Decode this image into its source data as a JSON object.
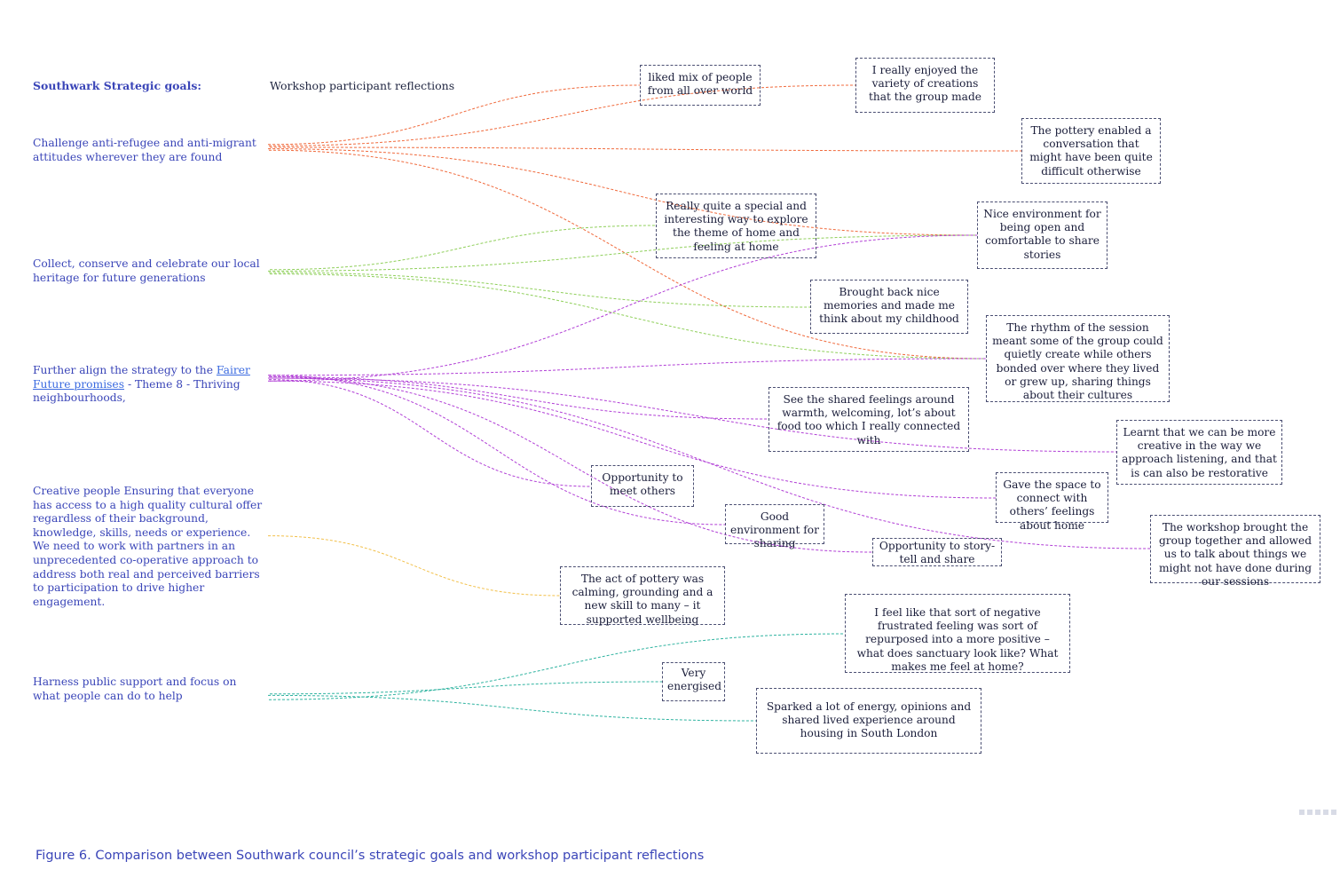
{
  "headers": {
    "goals": "Southwark Strategic goals:",
    "reflections": "Workshop participant reflections"
  },
  "goals": [
    {
      "text": "Challenge anti-refugee and anti-migrant attitudes wherever they are found"
    },
    {
      "text": "Collect, conserve and celebrate our local heritage for future generations"
    },
    {
      "pre": "Further align the strategy to the ",
      "link": "Fairer Future promises",
      "post": " - Theme 8 - Thriving neighbourhoods,"
    },
    {
      "text": "Creative people Ensuring that everyone has access to a high quality cultural offer regardless of their background, knowledge, skills, needs or experience. We need to work with partners in an unprecedented co-operative approach to address both real and perceived barriers to participation to drive higher engagement."
    },
    {
      "text": "Harness public support and focus on what people can do to help"
    }
  ],
  "reflections": [
    "liked mix of people from all over world",
    "I really enjoyed the variety of creations that the group made",
    "The pottery  enabled a conversation that might have been quite difficult otherwise",
    "Really quite a special and interesting way to explore the theme of home and feeling at home",
    "Nice environment for being open and comfortable to share stories",
    "Brought back nice memories and made me think about my childhood",
    "The rhythm of the session meant some of the group could quietly create while others bonded over where they lived or grew up, sharing things about their cultures",
    "See the shared feelings around warmth, welcoming, lot’s about food too which I really connected with",
    "Learnt that we can be more creative in the way we approach listening, and that is can also be restorative",
    "Opportunity to meet others",
    "Gave the space to connect with others’ feelings about home",
    "Good environment for sharing",
    "Opportunity to story-tell and share",
    "The workshop brought the group together and allowed us to talk about things we might not have done during our sessions",
    "The act of pottery was calming, grounding and a new skill to many – it supported wellbeing",
    "I feel like that sort of negative frustrated feeling was sort of repurposed into a more positive – what does sanctuary look like? What makes me feel at home?",
    "Very energised",
    "Sparked a lot of energy, opinions and shared lived experience around housing in South London"
  ],
  "connections": [
    {
      "goal": 0,
      "reflection": 0
    },
    {
      "goal": 0,
      "reflection": 1
    },
    {
      "goal": 0,
      "reflection": 2
    },
    {
      "goal": 0,
      "reflection": 4
    },
    {
      "goal": 0,
      "reflection": 6
    },
    {
      "goal": 1,
      "reflection": 3
    },
    {
      "goal": 1,
      "reflection": 4
    },
    {
      "goal": 1,
      "reflection": 5
    },
    {
      "goal": 1,
      "reflection": 6
    },
    {
      "goal": 2,
      "reflection": 4
    },
    {
      "goal": 2,
      "reflection": 6
    },
    {
      "goal": 2,
      "reflection": 7
    },
    {
      "goal": 2,
      "reflection": 8
    },
    {
      "goal": 2,
      "reflection": 9
    },
    {
      "goal": 2,
      "reflection": 10
    },
    {
      "goal": 2,
      "reflection": 11
    },
    {
      "goal": 2,
      "reflection": 12
    },
    {
      "goal": 2,
      "reflection": 13
    },
    {
      "goal": 3,
      "reflection": 14
    },
    {
      "goal": 4,
      "reflection": 15
    },
    {
      "goal": 4,
      "reflection": 16
    },
    {
      "goal": 4,
      "reflection": 17
    }
  ],
  "colors": {
    "goal_text": "#3a45b8",
    "link_text": "#3a6ae0",
    "box_border": "#4a4e72",
    "line_goal_0": "#f06a3c",
    "line_goal_1": "#8fcf5a",
    "line_goal_2": "#b13fd6",
    "line_goal_3": "#f2c04a",
    "line_goal_4": "#2fb3a0"
  },
  "caption": "Figure 6. Comparison between Southwark council’s strategic goals and workshop participant reflections"
}
